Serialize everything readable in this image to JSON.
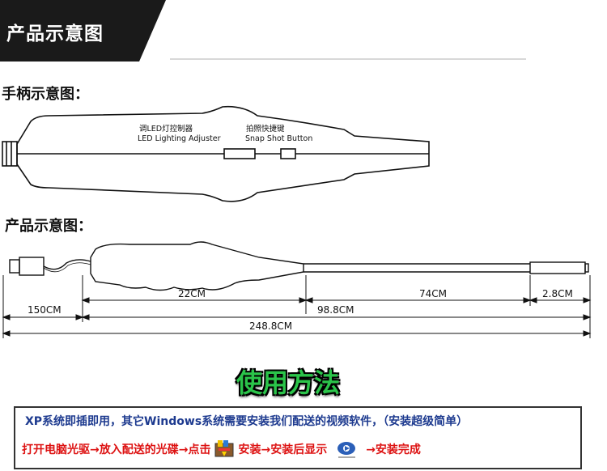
{
  "banner": {
    "title": "产品示意图"
  },
  "sections": {
    "handle_title": "手柄示意图：",
    "product_title": "产品示意图："
  },
  "handle": {
    "led_cn": "调LED灯控制器",
    "led_en": "LED Lighting Adjuster",
    "snap_cn": "拍照快捷键",
    "snap_en": "Snap Shot Button"
  },
  "dimensions": {
    "d22": "22CM",
    "d74": "74CM",
    "d2_8": "2.8CM",
    "d150": "150CM",
    "d98_8": "98.8CM",
    "d248_8": "248.8CM"
  },
  "usage": {
    "title": "使用方法",
    "line1": "XP系统即插即用，其它Windows系统需要安装我们配送的视频软件，（安装超级简单）",
    "line2_part1": "打开电脑光驱→放入配送的光碟→点击",
    "line2_part2": "安装→安装后显示",
    "line2_part3": "→安装完成"
  },
  "icons": [
    "setup-icon",
    "player-icon"
  ],
  "colors": {
    "banner": "#1a1a1a",
    "usage_title": "#2bc44a",
    "line1": "#1d3a8f",
    "line2": "#d11111"
  }
}
